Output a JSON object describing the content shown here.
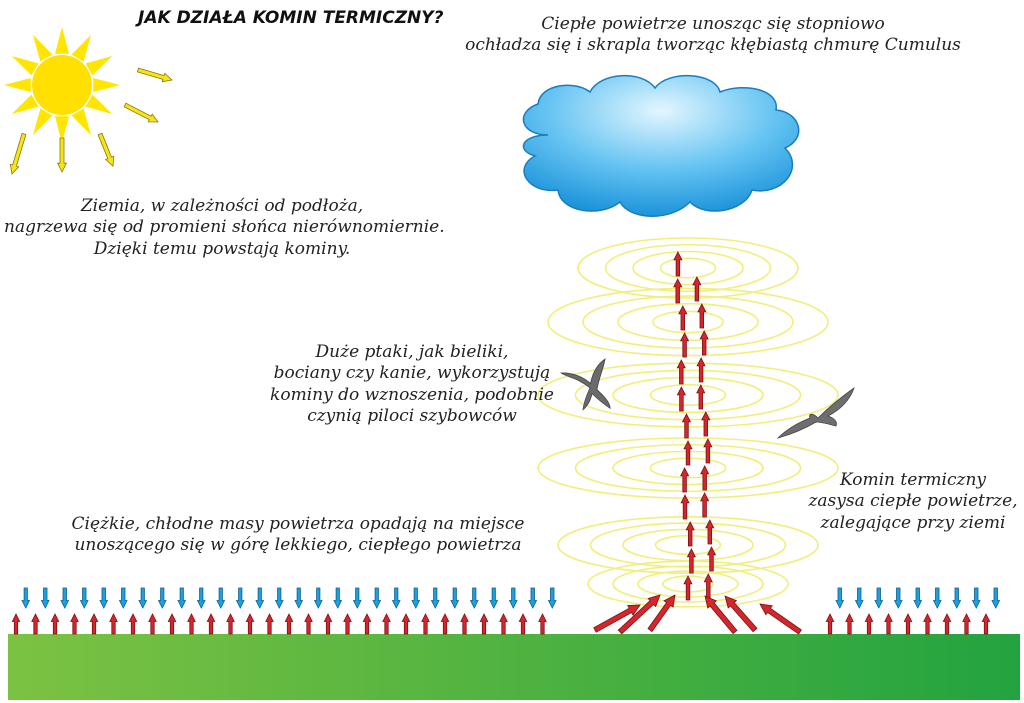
{
  "title": "JAK DZIAŁA KOMIN TERMICZNY?",
  "labels": {
    "cloud": [
      "Ciepłe powietrze unosząc się stopniowo",
      "ochładza się i skrapla tworząc kłębiastą chmurę Cumulus"
    ],
    "earth": [
      "Ziemia, w zależności od podłoża,",
      "nagrzewa się od promieni słońca nierównomiernie.",
      "Dzięki temu powstają kominy."
    ],
    "birds": [
      "Duże ptaki, jak bieliki,",
      "bociany czy kanie, wykorzystują",
      "kominy do wznoszenia, podobnie",
      "czynią piloci szybowców"
    ],
    "cold_air": [
      "Ciężkie, chłodne masy powietrza opadają na miejsce",
      "unoszącego się w górę lekkiego, ciepłego powietrza"
    ],
    "chimney": [
      "Komin termiczny",
      "zasysa ciepłe powietrze,",
      "zalegające przy ziemi"
    ]
  },
  "colors": {
    "sun": "#FFE500",
    "sun_ray": "#F7E31B",
    "cloud_top": "#D9F1FF",
    "cloud_bottom": "#1E9BE0",
    "ground_top": "#8CC63F",
    "ground_bottom": "#1E9B3E",
    "warm_arrow": "#D7262B",
    "cold_arrow": "#1BA1E2",
    "ring": "#F2EE7A"
  },
  "icons": [
    "sun-icon",
    "cloud-icon",
    "bird-icon"
  ]
}
